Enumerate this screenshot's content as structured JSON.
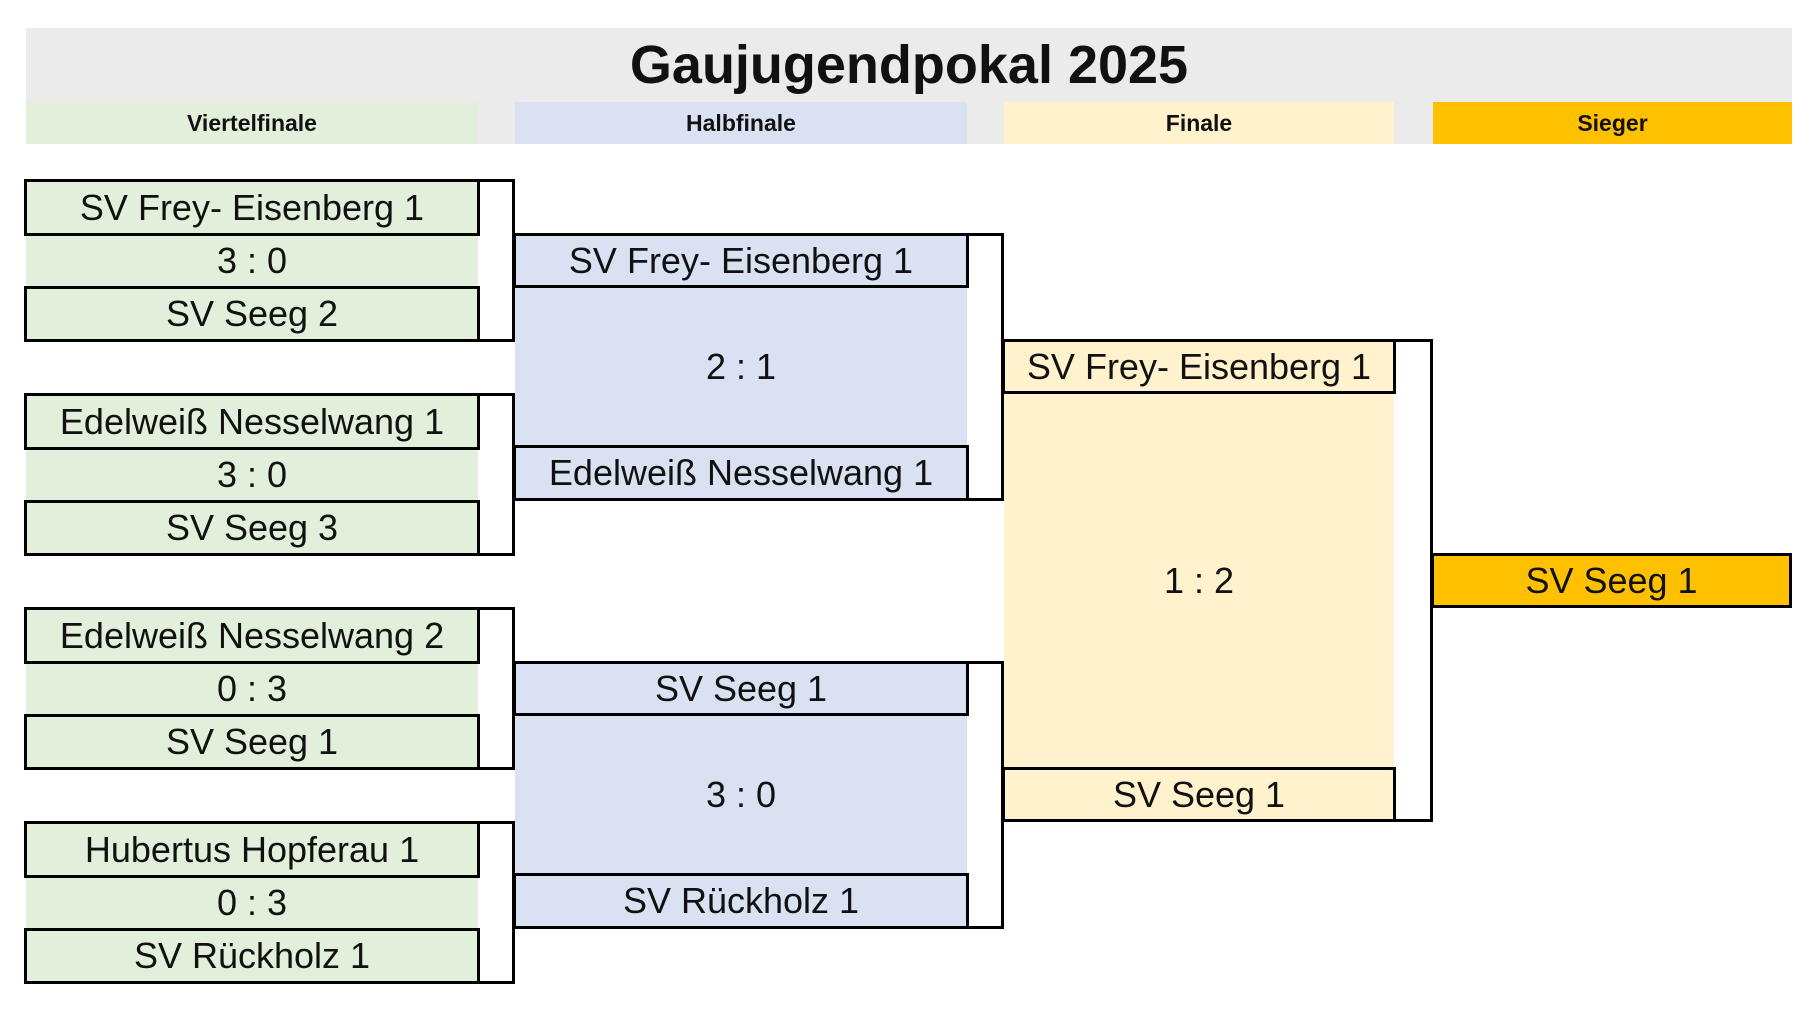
{
  "title": "Gaujugendpokal 2025",
  "headers": {
    "quarter": "Viertelfinale",
    "semi": "Halbfinale",
    "final": "Finale",
    "winner": "Sieger"
  },
  "colors": {
    "quarter": "#e2efda",
    "semi": "#d9e1f2",
    "final": "#fff2cc",
    "winner": "#ffc000",
    "header_band": "#ebebeb"
  },
  "quarterfinals": [
    {
      "team1": "SV Frey- Eisenberg 1",
      "score": "3 : 0",
      "team2": "SV Seeg 2"
    },
    {
      "team1": "Edelweiß Nesselwang 1",
      "score": "3 : 0",
      "team2": "SV Seeg 3"
    },
    {
      "team1": "Edelweiß Nesselwang 2",
      "score": "0 : 3",
      "team2": "SV Seeg 1"
    },
    {
      "team1": "Hubertus Hopferau 1",
      "score": "0 : 3",
      "team2": "SV Rückholz 1"
    }
  ],
  "semifinals": [
    {
      "team1": "SV Frey- Eisenberg 1",
      "score": "2 : 1",
      "team2": "Edelweiß Nesselwang 1"
    },
    {
      "team1": "SV Seeg 1",
      "score": "3 : 0",
      "team2": "SV Rückholz 1"
    }
  ],
  "final": {
    "team1": "SV Frey- Eisenberg 1",
    "score": "1 : 2",
    "team2": "SV Seeg 1"
  },
  "winner": "SV Seeg 1"
}
